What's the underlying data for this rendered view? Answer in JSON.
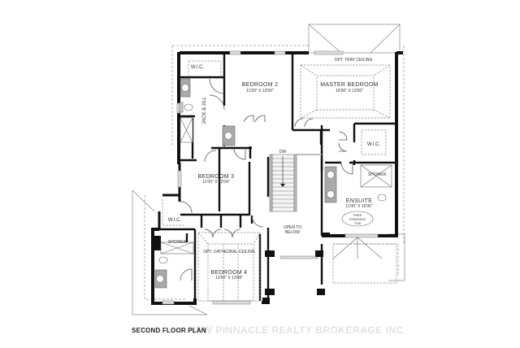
{
  "plan": {
    "title": "SECOND FLOOR PLAN",
    "watermark": "NEW PINNACLE REALTY BROKERAGE INC",
    "rooms": {
      "bedroom2": {
        "name": "BEDROOM 2",
        "dims": "11'00\" X 13'00\""
      },
      "master": {
        "name": "MASTER BEDROOM",
        "dims": "16'00\" X 13'00\"",
        "ceiling": "OPT. TRAY CEILING"
      },
      "bedroom3": {
        "name": "BEDROOM 3",
        "dims": "11'00\" X 12'04\""
      },
      "bedroom4": {
        "name": "BEDROOM 4",
        "dims": "12'00\" X 13'08\"",
        "ceiling": "OPT. CATHEDRAL CEILING"
      },
      "ensuite": {
        "name": "ENSUITE",
        "dims": "11'00\" X 16'06\"",
        "tub": "FREE STANDING TUB",
        "tub_line1": "FREE",
        "tub_line2": "STANDING",
        "tub_line3": "TUB",
        "shower": "SHOWER"
      },
      "wic_bed2": "W.I.C.",
      "wic_master": "W.I.C.",
      "wic_bed3": "W.I.C.",
      "jack_jill": "JACK & JILL",
      "shower_bath4": "SHOWER",
      "stairs": "DW",
      "open_below_1": "OPEN TO",
      "open_below_2": "BELOW"
    }
  }
}
